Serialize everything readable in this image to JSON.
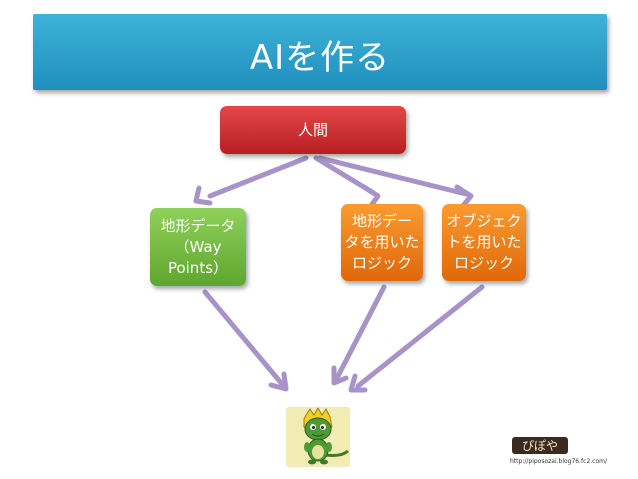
{
  "slide": {
    "title": "AIを作る",
    "colors": {
      "banner": "#2aa3cf",
      "human_box": "#d4292c",
      "terrain_box": "#73bd3f",
      "logic_boxes": "#f07c16",
      "arrows": "#a893c9"
    }
  },
  "diagram": {
    "nodes": {
      "human": "人間",
      "terrain": "地形データ\n（Way\nPoints）",
      "terrain_logic": "地形デー\nタを用いた\nロジック",
      "object_logic": "オブジェク\nトを用いた\nロジック"
    },
    "character_image": "green-dragon-mascot"
  },
  "footer": {
    "logo": "ぴぽや",
    "url": "http://piposozai.blog76.fc2.com/"
  }
}
